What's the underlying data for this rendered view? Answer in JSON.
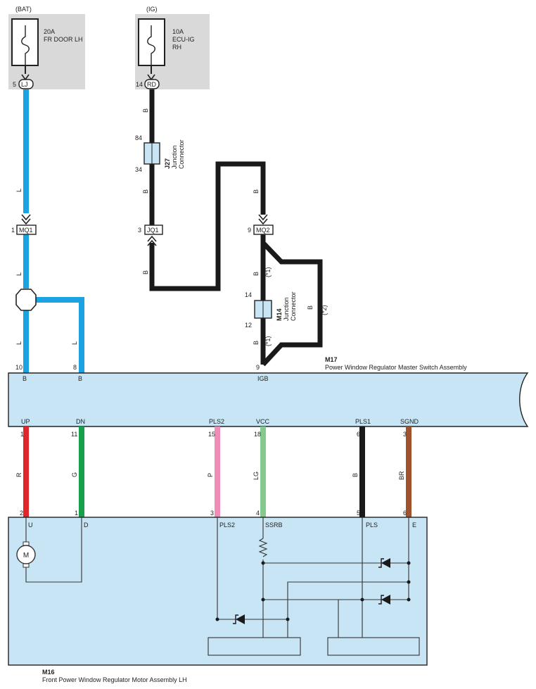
{
  "colors": {
    "L": "#1aa3e0",
    "B": "#1a1a1a",
    "R": "#e0262b",
    "G": "#17a04a",
    "P": "#f18cb8",
    "LG": "#86c98f",
    "BR": "#a0522d",
    "box_fill": "#c8e5f5",
    "fuse_bg": "#d9d9d9"
  },
  "fuses": {
    "bat": {
      "source": "(BAT)",
      "rating": "20A",
      "name1": "FR DOOR LH",
      "pin": "5",
      "conn": "LJ"
    },
    "ig": {
      "source": "(IG)",
      "rating": "10A",
      "name1": "ECU-IG",
      "name2": "RH",
      "pin": "14",
      "conn": "RD"
    }
  },
  "wires": {
    "bat_l1": "L",
    "bat_l2": "L",
    "bat_l3": "L",
    "branch_l": "L",
    "ig_b1": "B",
    "ig_b2": "B",
    "ig_b3": "B",
    "mq2_b": "B",
    "m14_b1": "B",
    "m14_b2": "B",
    "alt_b": "B",
    "up_r": "R",
    "dn_g": "G",
    "pls2_p": "P",
    "vcc_lg": "LG",
    "pls1_b": "B",
    "sgnd_br": "BR"
  },
  "notes": {
    "n1a": "(*1)",
    "n1b": "(*1)",
    "n2": "(*2)"
  },
  "connectors": {
    "mq1": {
      "pin": "1",
      "name": "MQ1"
    },
    "jq1": {
      "pin": "3",
      "name": "JQ1"
    },
    "mq2": {
      "pin": "9",
      "name": "MQ2"
    },
    "j27": {
      "id": "J27",
      "label1": "Junction",
      "label2": "Connector",
      "pin_top": "84",
      "pin_bottom": "34"
    },
    "m14": {
      "id": "M14",
      "label1": "Junction",
      "label2": "Connector",
      "pin_top": "14",
      "pin_bottom": "12"
    }
  },
  "m17": {
    "id": "M17",
    "name": "Power Window Regulator Master Switch Assembly",
    "top_pins": [
      {
        "num": "10",
        "label": "B"
      },
      {
        "num": "8",
        "label": "B"
      },
      {
        "num": "9",
        "label": "IGB"
      }
    ],
    "bottom_pins": [
      {
        "label": "UP",
        "num": "1"
      },
      {
        "label": "DN",
        "num": "11"
      },
      {
        "label": "PLS2",
        "num": "15"
      },
      {
        "label": "VCC",
        "num": "18"
      },
      {
        "label": "PLS1",
        "num": "6"
      },
      {
        "label": "SGND",
        "num": "3"
      }
    ]
  },
  "m16": {
    "id": "M16",
    "name": "Front Power Window Regulator Motor Assembly LH",
    "pins": [
      {
        "num": "2",
        "label": "U"
      },
      {
        "num": "1",
        "label": "D"
      },
      {
        "num": "3",
        "label": "PLS2"
      },
      {
        "num": "4",
        "label": "SSRB"
      },
      {
        "num": "5",
        "label": "PLS"
      },
      {
        "num": "6",
        "label": "E"
      }
    ],
    "motor": "M"
  }
}
